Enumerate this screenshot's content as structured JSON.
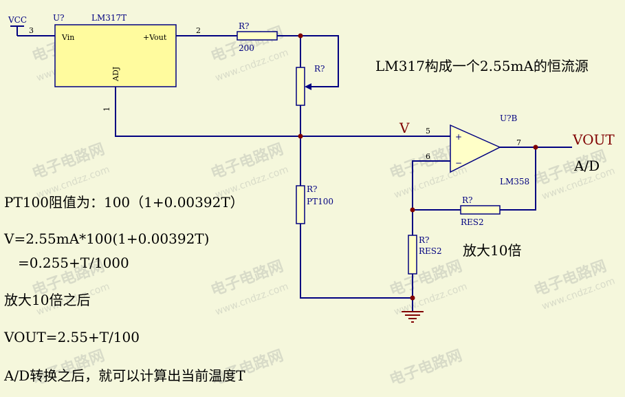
{
  "watermark": {
    "cn": "电子电路网",
    "url": "www.cndzz.com"
  },
  "regulator": {
    "vcc": "VCC",
    "ref": "U?",
    "part": "LM317T",
    "pin_vin": "Vin",
    "pin_vout": "+Vout",
    "pin_adj": "ADJ",
    "pin3": "3",
    "pin2": "2",
    "pin1": "1"
  },
  "r_top": {
    "ref": "R?",
    "value": "200"
  },
  "pot": {
    "ref": "R?"
  },
  "r_pt100": {
    "ref": "R?",
    "value": "PT100"
  },
  "r_feedback": {
    "ref": "R?",
    "value": "RES2"
  },
  "r_ground": {
    "ref": "R?",
    "value": "RES2"
  },
  "opamp": {
    "ref": "U?B",
    "part": "LM358",
    "pin5": "5",
    "pin6": "6",
    "pin7": "7",
    "plus": "+",
    "minus": "−"
  },
  "labels": {
    "v_node": "V",
    "vout": "VOUT",
    "ad": "A/D",
    "title": "LM317构成一个2.55mA的恒流源",
    "gain": "放大10倍"
  },
  "notes": {
    "line1": "PT100阻值为：100（1+0.00392T）",
    "line2": "V=2.55mA*100(1+0.00392T)",
    "line3": "=0.255+T/1000",
    "line4": "放大10倍之后",
    "line5": "VOUT=2.55+T/100",
    "line6": "A/D转换之后，就可以计算出当前温度T"
  },
  "colors": {
    "background": "#f5f7dc",
    "wire": "#000080",
    "ic_fill": "#fffb9e",
    "resistor_fill": "#ffffc8",
    "node": "#800000",
    "ground": "#800000"
  }
}
